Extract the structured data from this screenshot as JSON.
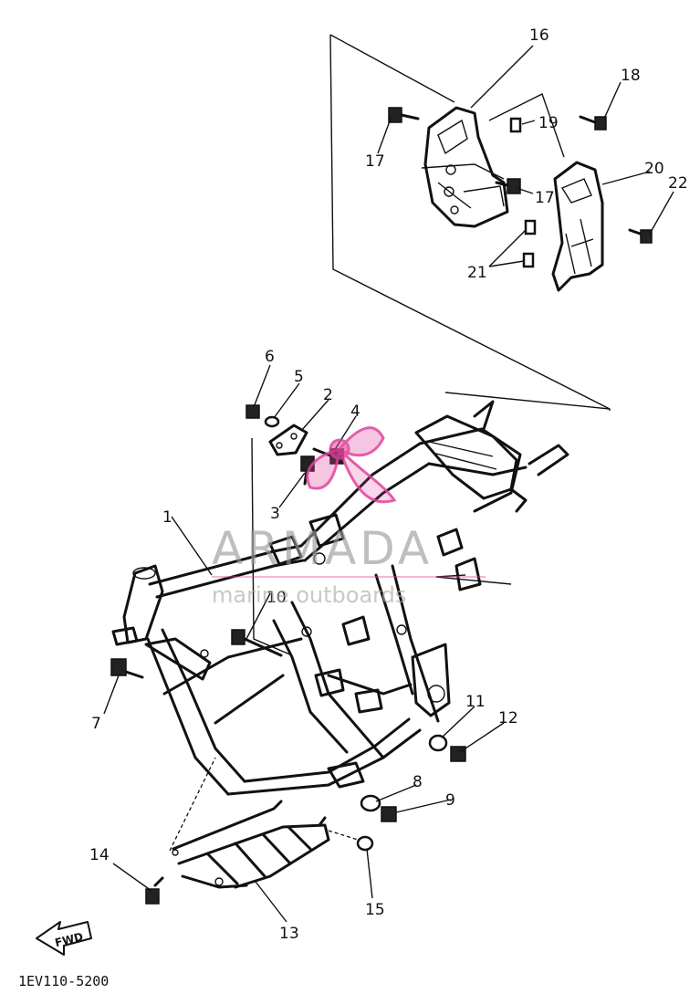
{
  "callouts": {
    "c1": "1",
    "c2": "2",
    "c3": "3",
    "c4": "4",
    "c5": "5",
    "c6": "6",
    "c7": "7",
    "c8": "8",
    "c9": "9",
    "c10": "10",
    "c11": "11",
    "c12": "12",
    "c13": "13",
    "c14": "14",
    "c15": "15",
    "c16": "16",
    "c17a": "17",
    "c17b": "17",
    "c18": "18",
    "c19": "19",
    "c20": "20",
    "c21": "21",
    "c22": "22"
  },
  "direction_label": "FWD",
  "diagram_code": "1EV110-5200",
  "watermark": {
    "brand": "ARMADA",
    "tagline": "marine outboards",
    "color": "#e0409a"
  }
}
